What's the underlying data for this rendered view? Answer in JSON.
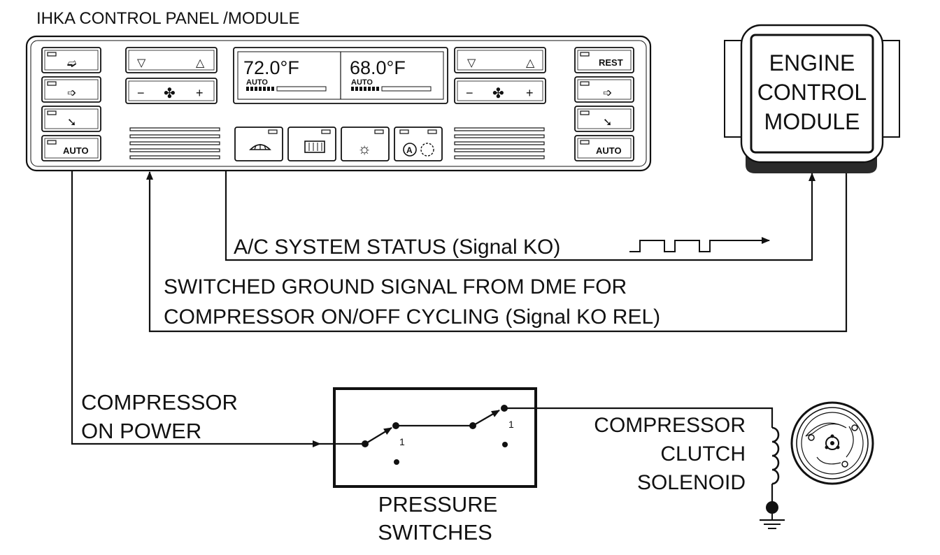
{
  "panel": {
    "title": "IHKA CONTROL PANEL /MODULE",
    "left_display_temp": "72.0°F",
    "right_display_temp": "68.0°F",
    "left_display_mode": "AUTO",
    "right_display_mode": "AUTO",
    "left_auto_button": "AUTO",
    "right_auto_button": "AUTO",
    "rest_button": "REST"
  },
  "ecm": {
    "line1": "ENGINE",
    "line2": "CONTROL",
    "line3": "MODULE"
  },
  "signals": {
    "ac_status": "A/C SYSTEM STATUS (Signal KO)",
    "ground_line1": "SWITCHED GROUND SIGNAL FROM DME FOR",
    "ground_line2": "COMPRESSOR ON/OFF CYCLING (Signal KO REL)",
    "compressor_power_line1": "COMPRESSOR",
    "compressor_power_line2": "ON POWER"
  },
  "pressure_switches": {
    "label_line1": "PRESSURE",
    "label_line2": "SWITCHES",
    "switch1_mark": "1",
    "switch2_mark": "1"
  },
  "clutch": {
    "line1": "COMPRESSOR",
    "line2": "CLUTCH",
    "line3": "SOLENOID"
  },
  "colors": {
    "ink": "#111111",
    "panel_face": "#ffffff",
    "ecm_shadow": "#2a2a2a"
  }
}
